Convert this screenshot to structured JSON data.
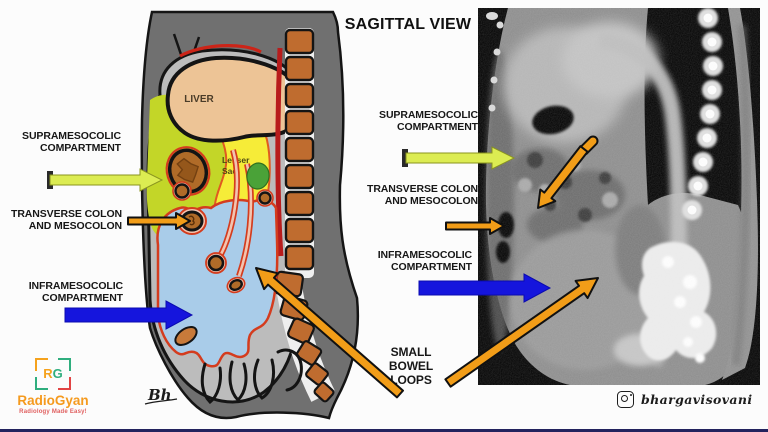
{
  "title": "SAGITTAL VIEW",
  "diagram": {
    "liver": "LIVER",
    "lesser_sac_line1": "Lesser",
    "lesser_sac_line2": "Sac",
    "signature": "Bh"
  },
  "annotations": {
    "supramesocolic": {
      "line1": "SUPRAMESOCOLIC",
      "line2": "COMPARTMENT"
    },
    "transverse": {
      "line1": "TRANSVERSE COLON",
      "line2": "AND MESOCOLON"
    },
    "inframesocolic": {
      "line1": "INFRAMESOCOLIC",
      "line2": "COMPARTMENT"
    },
    "small_bowel": {
      "line1": "SMALL",
      "line2": "BOWEL",
      "line3": "LOOPS"
    }
  },
  "branding": {
    "monogram_r": "R",
    "monogram_g": "G",
    "name": "RadioGyan",
    "tagline": "Radiology Made Easy!"
  },
  "credit": {
    "instagram_handle": "bhargavisovani"
  },
  "colors": {
    "supramesocolic_arrow": "#dcec52",
    "transverse_arrow": "#f29d18",
    "inframesocolic_arrow": "#1515dd",
    "small_bowel_arrow": "#f29d18",
    "ct_background": "#000000"
  }
}
